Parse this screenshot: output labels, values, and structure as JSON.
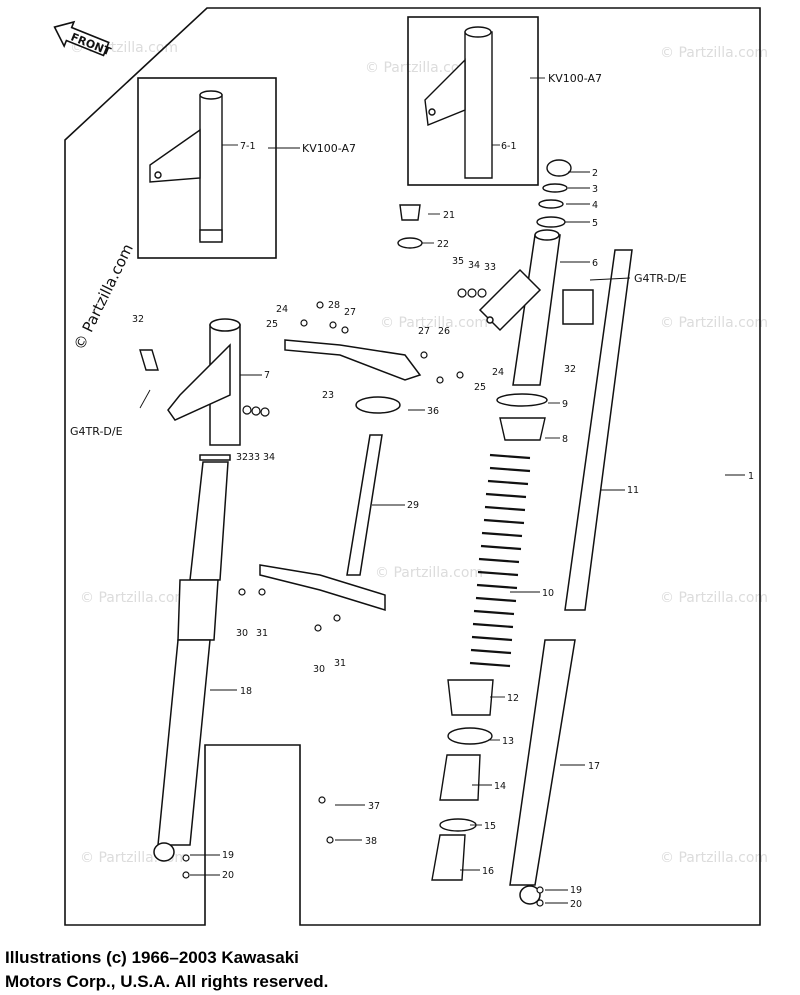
{
  "front_label": "FRONT",
  "side_copyright": "© Partzilla.com",
  "watermark_text": "© Partzilla.com",
  "kit_label_left": "KV100-A7",
  "kit_label_right": "KV100-A7",
  "variant_label_right": "G4TR-D/E",
  "variant_label_left": "G4TR-D/E",
  "callouts": {
    "c1": "1",
    "c2": "2",
    "c3": "3",
    "c4": "4",
    "c5": "5",
    "c6": "6",
    "c6_1": "6-1",
    "c7": "7",
    "c7_1": "7-1",
    "c8": "8",
    "c9": "9",
    "c10": "10",
    "c11": "11",
    "c12": "12",
    "c13": "13",
    "c14": "14",
    "c15": "15",
    "c16": "16",
    "c17": "17",
    "c18": "18",
    "c19a": "19",
    "c19b": "19",
    "c20a": "20",
    "c20b": "20",
    "c21": "21",
    "c22": "22",
    "c23": "23",
    "c24a": "24",
    "c24b": "24",
    "c25a": "25",
    "c25b": "25",
    "c26": "26",
    "c27a": "27",
    "c27b": "27",
    "c28": "28",
    "c29": "29",
    "c30a": "30",
    "c30b": "30",
    "c31a": "31",
    "c31b": "31",
    "c32a": "32",
    "c32b": "32",
    "c32c": "32",
    "c33a": "33",
    "c33b": "33",
    "c34a": "34",
    "c34b": "34",
    "c35": "35",
    "c36": "36",
    "c37": "37",
    "c38": "38"
  },
  "caption_line1": "Illustrations (c) 1966–2003 Kawasaki",
  "caption_line2": "Motors Corp., U.S.A.  All rights reserved."
}
